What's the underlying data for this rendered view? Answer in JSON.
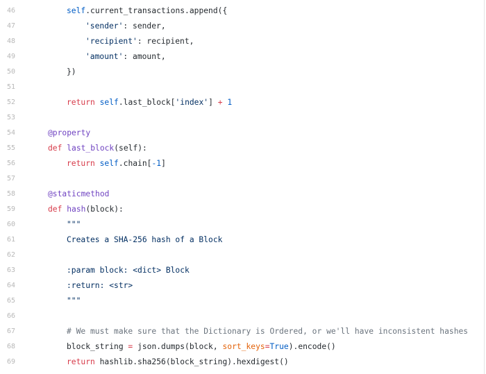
{
  "code_view": {
    "lines": [
      {
        "num": "46",
        "indent": 2,
        "tokens": [
          {
            "t": "self",
            "c": "self"
          },
          {
            "t": ".current_transactions.append({",
            "c": "p"
          }
        ]
      },
      {
        "num": "47",
        "indent": 3,
        "tokens": [
          {
            "t": "'sender'",
            "c": "str"
          },
          {
            "t": ": sender,",
            "c": "p"
          }
        ]
      },
      {
        "num": "48",
        "indent": 3,
        "tokens": [
          {
            "t": "'recipient'",
            "c": "str"
          },
          {
            "t": ": recipient,",
            "c": "p"
          }
        ]
      },
      {
        "num": "49",
        "indent": 3,
        "tokens": [
          {
            "t": "'amount'",
            "c": "str"
          },
          {
            "t": ": amount,",
            "c": "p"
          }
        ]
      },
      {
        "num": "50",
        "indent": 2,
        "tokens": [
          {
            "t": "})",
            "c": "p"
          }
        ]
      },
      {
        "num": "51",
        "indent": 0,
        "tokens": []
      },
      {
        "num": "52",
        "indent": 2,
        "tokens": [
          {
            "t": "return",
            "c": "kw"
          },
          {
            "t": " ",
            "c": "p"
          },
          {
            "t": "self",
            "c": "self"
          },
          {
            "t": ".last_block[",
            "c": "p"
          },
          {
            "t": "'index'",
            "c": "str"
          },
          {
            "t": "] ",
            "c": "p"
          },
          {
            "t": "+",
            "c": "op"
          },
          {
            "t": " ",
            "c": "p"
          },
          {
            "t": "1",
            "c": "num"
          }
        ]
      },
      {
        "num": "53",
        "indent": 0,
        "tokens": []
      },
      {
        "num": "54",
        "indent": 1,
        "tokens": [
          {
            "t": "@property",
            "c": "dec"
          }
        ]
      },
      {
        "num": "55",
        "indent": 1,
        "tokens": [
          {
            "t": "def",
            "c": "kw"
          },
          {
            "t": " ",
            "c": "p"
          },
          {
            "t": "last_block",
            "c": "fn"
          },
          {
            "t": "(self):",
            "c": "p"
          }
        ]
      },
      {
        "num": "56",
        "indent": 2,
        "tokens": [
          {
            "t": "return",
            "c": "kw"
          },
          {
            "t": " ",
            "c": "p"
          },
          {
            "t": "self",
            "c": "self"
          },
          {
            "t": ".chain[",
            "c": "p"
          },
          {
            "t": "-1",
            "c": "num"
          },
          {
            "t": "]",
            "c": "p"
          }
        ]
      },
      {
        "num": "57",
        "indent": 0,
        "tokens": []
      },
      {
        "num": "58",
        "indent": 1,
        "tokens": [
          {
            "t": "@staticmethod",
            "c": "dec"
          }
        ]
      },
      {
        "num": "59",
        "indent": 1,
        "tokens": [
          {
            "t": "def",
            "c": "kw"
          },
          {
            "t": " ",
            "c": "p"
          },
          {
            "t": "hash",
            "c": "fn"
          },
          {
            "t": "(block):",
            "c": "p"
          }
        ]
      },
      {
        "num": "60",
        "indent": 2,
        "tokens": [
          {
            "t": "\"\"\"",
            "c": "str"
          }
        ]
      },
      {
        "num": "61",
        "indent": 2,
        "tokens": [
          {
            "t": "Creates a SHA-256 hash of a Block",
            "c": "str"
          }
        ]
      },
      {
        "num": "62",
        "indent": 0,
        "tokens": []
      },
      {
        "num": "63",
        "indent": 2,
        "tokens": [
          {
            "t": ":param block: <dict> Block",
            "c": "str"
          }
        ]
      },
      {
        "num": "64",
        "indent": 2,
        "tokens": [
          {
            "t": ":return: <str>",
            "c": "str"
          }
        ]
      },
      {
        "num": "65",
        "indent": 2,
        "tokens": [
          {
            "t": "\"\"\"",
            "c": "str"
          }
        ]
      },
      {
        "num": "66",
        "indent": 0,
        "tokens": []
      },
      {
        "num": "67",
        "indent": 2,
        "tokens": [
          {
            "t": "# We must make sure that the Dictionary is Ordered, or we'll have inconsistent hashes",
            "c": "com"
          }
        ]
      },
      {
        "num": "68",
        "indent": 2,
        "tokens": [
          {
            "t": "block_string ",
            "c": "p"
          },
          {
            "t": "=",
            "c": "op"
          },
          {
            "t": " json.dumps(block, ",
            "c": "p"
          },
          {
            "t": "sort_keys",
            "c": "kwarg"
          },
          {
            "t": "=",
            "c": "op"
          },
          {
            "t": "True",
            "c": "num"
          },
          {
            "t": ").encode()",
            "c": "p"
          }
        ]
      },
      {
        "num": "69",
        "indent": 2,
        "tokens": [
          {
            "t": "return",
            "c": "kw"
          },
          {
            "t": " hashlib.sha256(block_string).hexdigest()",
            "c": "p"
          }
        ]
      }
    ]
  }
}
